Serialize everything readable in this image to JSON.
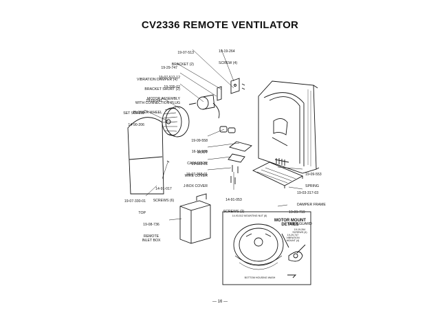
{
  "title": "CV2336 REMOTE VENTILATOR",
  "page_number": "— 16 —",
  "parts": [
    {
      "id": "bracket",
      "part_no": "19-07-513",
      "name": "BRACKET (2)"
    },
    {
      "id": "screw4",
      "part_no": "19-19-264",
      "name": "SCREW (4)"
    },
    {
      "id": "vib_damper",
      "part_no": "19-29-747",
      "name": "VIBRATION DAMPER (4)"
    },
    {
      "id": "bracket_short",
      "part_no": "19-07-512-12",
      "name": "BRACKET SHORT (2)"
    },
    {
      "id": "motor",
      "part_no": "19-335-02",
      "name": "MOTOR ASSEMBLY\nWITH CONNECTION PLUG"
    },
    {
      "id": "blower",
      "part_no": "19-09-547",
      "name": "BLOWER WHEEL"
    },
    {
      "id": "setscrew",
      "part_no": "SET SCREW",
      "name": "14-90-206"
    },
    {
      "id": "boot",
      "part_no": "19-09-558",
      "name": "BOOT"
    },
    {
      "id": "capacitor",
      "part_no": "16-11-595",
      "name": "CAPACITOR"
    },
    {
      "id": "wire_cover",
      "part_no": "19-369-01",
      "name": "WIRE COVER"
    },
    {
      "id": "jbox_cover",
      "part_no": "19-07-368-01",
      "name": "J-BOX COVER"
    },
    {
      "id": "spring",
      "part_no": "19-09-553",
      "name": "SPRING"
    },
    {
      "id": "damper_frame",
      "part_no": "19-03-317-03",
      "name": "DAMPER FRAME"
    },
    {
      "id": "screws6",
      "part_no": "14-91-017",
      "name": "SCREWS (6)"
    },
    {
      "id": "screws2",
      "part_no": "14-91-053",
      "name": "SCREWS (2)"
    },
    {
      "id": "top",
      "part_no": "19-07-330-01",
      "name": "TOP"
    },
    {
      "id": "wire_guard",
      "part_no": "19-09-719",
      "name": "WIRE GUARD"
    },
    {
      "id": "inlet_box",
      "part_no": "19-08-736",
      "name": "REMOTE\nINLET BOX"
    }
  ],
  "detail": {
    "title": "MOTOR MOUNT\nDETAILS",
    "nut_label": "14-93-512 MOUNTING NUT (8)",
    "housing_label": "BOTTOM HOUSING WASH",
    "screw_label": "19-19-264\nSCREWS (4)",
    "damper_label": "19-29-747\nVIBRATION\nMOUNT (4)"
  }
}
